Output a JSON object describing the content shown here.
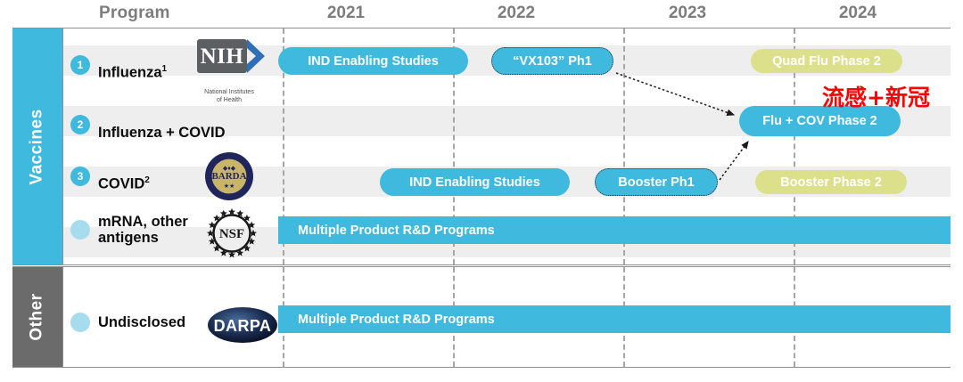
{
  "header": {
    "program_label": "Program",
    "years": [
      "2021",
      "2022",
      "2023",
      "2024"
    ]
  },
  "sections": [
    {
      "id": "vaccines",
      "label": "Vaccines",
      "color": "#3fb9dd"
    },
    {
      "id": "other",
      "label": "Other",
      "color": "#6b6b6b"
    }
  ],
  "programs": [
    {
      "marker": "1",
      "marker_type": "number",
      "name": "Influenza",
      "superscript": "1",
      "logo": "nih-logo"
    },
    {
      "marker": "2",
      "marker_type": "number",
      "name": "Influenza + COVID",
      "superscript": "",
      "logo": ""
    },
    {
      "marker": "3",
      "marker_type": "number",
      "name": "COVID",
      "superscript": "2",
      "logo": "barda-logo"
    },
    {
      "marker": "",
      "marker_type": "dot",
      "name": "mRNA, other\nantigens",
      "superscript": "",
      "logo": "nsf-logo"
    },
    {
      "marker": "",
      "marker_type": "dot",
      "name": "Undisclosed",
      "superscript": "",
      "logo": "darpa-logo"
    }
  ],
  "bars": {
    "flu_ind": "IND Enabling Studies",
    "flu_vx103": "“VX103” Ph1",
    "flu_quad": "Quad Flu Phase 2",
    "flucov_phase2": "Flu + COV Phase 2",
    "covid_ind": "IND Enabling Studies",
    "covid_booster_ph1": "Booster Ph1",
    "covid_booster_ph2": "Booster Phase 2",
    "mrna_rnd": "Multiple Product R&D Programs",
    "undisclosed_rnd": "Multiple Product R&D Programs"
  },
  "annotations": {
    "flu_cov_cn": "流感+新冠"
  },
  "logos": {
    "nih": {
      "acronym": "NIH",
      "caption_line1": "National Institutes",
      "caption_line2": "of Health"
    },
    "barda": {
      "acronym": "BARDA"
    },
    "nsf": {
      "acronym": "NSF"
    },
    "darpa": {
      "acronym": "DARPA"
    }
  },
  "colors": {
    "accent_blue": "#3fb9dd",
    "lime": "#dde08a",
    "light_blue_dot": "#a7dcee",
    "gray_band": "#6b6b6b",
    "stripe": "#eeeeee",
    "annotation_red": "#ff0000"
  }
}
